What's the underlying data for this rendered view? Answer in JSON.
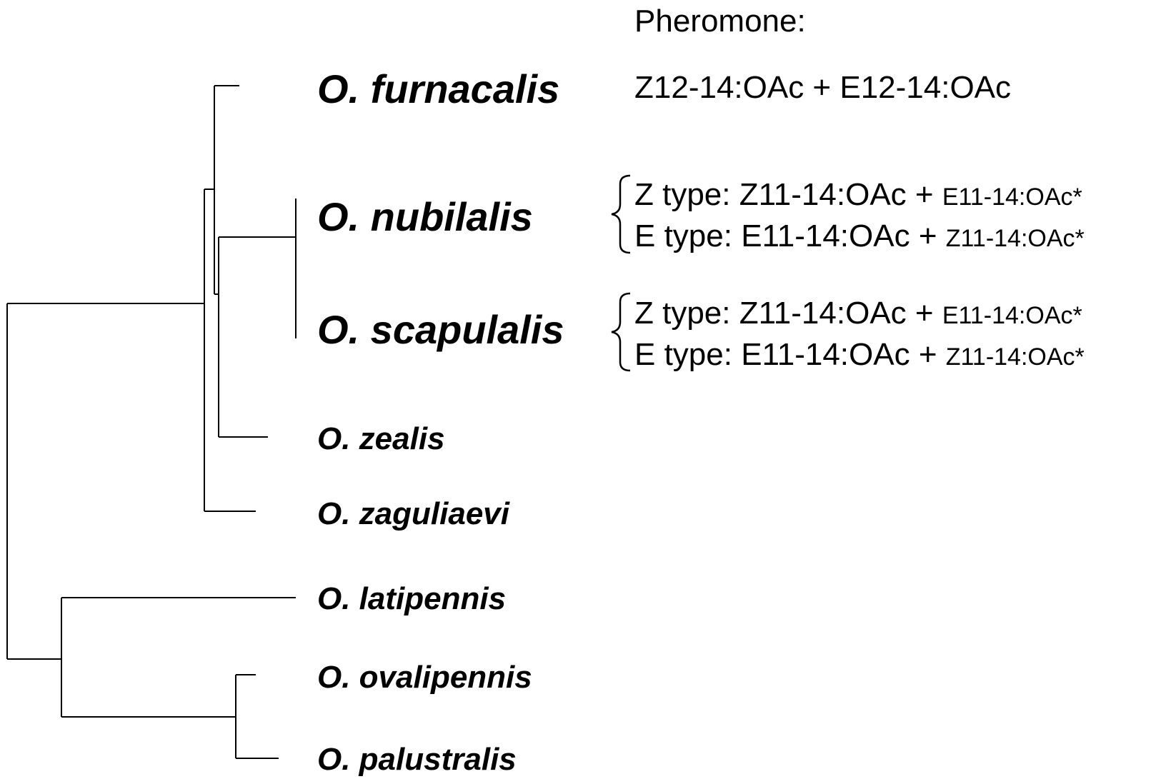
{
  "header": {
    "label": "Pheromone:"
  },
  "taxa": {
    "furnacalis": "O. furnacalis",
    "nubilalis": "O. nubilalis",
    "scapulalis": "O. scapulalis",
    "zealis": "O. zealis",
    "zaguliaevi": "O. zaguliaevi",
    "latipennis": "O. latipennis",
    "ovalipennis": "O. ovalipennis",
    "palustralis": "O. palustralis"
  },
  "pheromones": {
    "furnacalis": "Z12-14:OAc + E12-14:OAc",
    "nubilalis": {
      "z_type_main": "Z type: Z11-14:OAc + ",
      "z_type_minor": "E11-14:OAc*",
      "e_type_main": "E type: E11-14:OAc + ",
      "e_type_minor": "Z11-14:OAc*"
    },
    "scapulalis": {
      "z_type_main": "Z type: Z11-14:OAc + ",
      "z_type_minor": "E11-14:OAc*",
      "e_type_main": "E type: E11-14:OAc + ",
      "e_type_minor": "Z11-14:OAc*"
    }
  }
}
